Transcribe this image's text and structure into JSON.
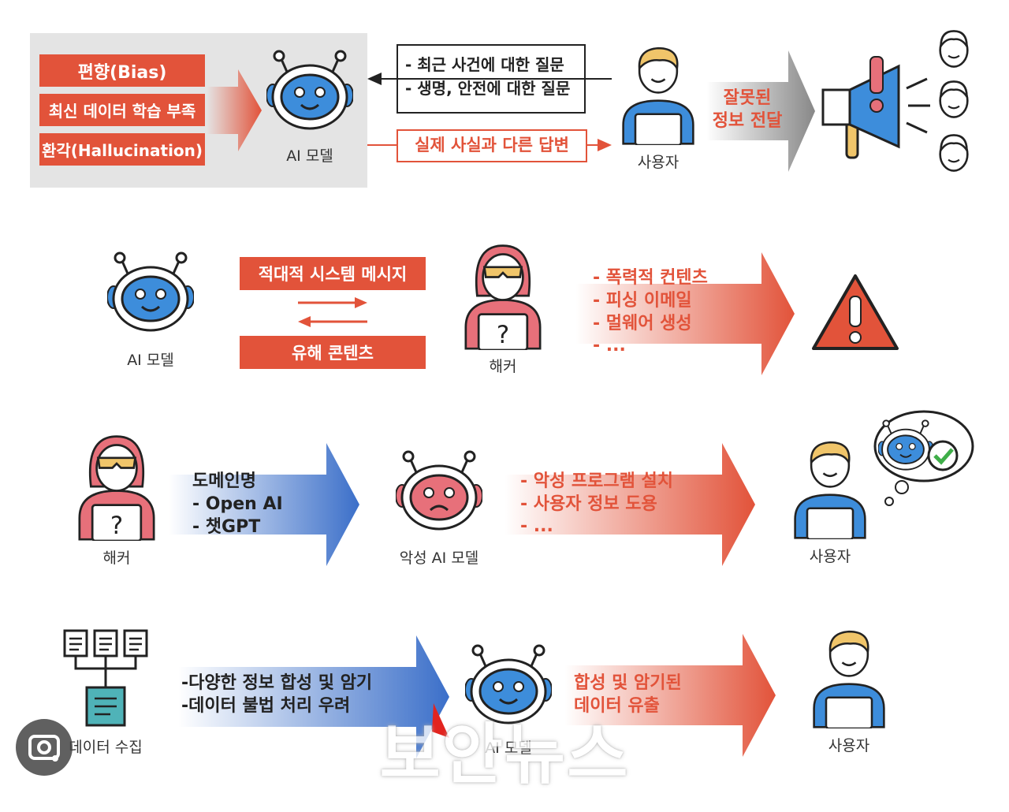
{
  "row1": {
    "causes": [
      "편향(Bias)",
      "최신 데이터 학습 부족",
      "환각(Hallucination)"
    ],
    "ai_label": "AI 모델",
    "questions": [
      "- 최근 사건에 대한 질문",
      "- 생명, 안전에 대한 질문"
    ],
    "answer": "실제 사실과 다른 답변",
    "user_label": "사용자",
    "result": [
      "잘못된",
      "정보 전달"
    ]
  },
  "row2": {
    "ai_label": "AI 모델",
    "system_msg": "적대적 시스템 메시지",
    "harmful": "유해 콘텐츠",
    "hacker_label": "해커",
    "outputs": [
      "- 폭력적 컨텐츠",
      "- 피싱 이메일",
      "- 멀웨어 생성",
      "- ..."
    ]
  },
  "row3": {
    "hacker_label": "해커",
    "domain_items": [
      "도메인명",
      "- Open AI",
      "- 챗GPT"
    ],
    "malicious_ai_label": "악성 AI 모델",
    "effects": [
      "- 악성 프로그램 설치",
      "- 사용자 정보 도용",
      "- ..."
    ],
    "user_label": "사용자"
  },
  "row4": {
    "data_label": "데이터 수집",
    "points": [
      "-다양한 정보 합성 및 암기",
      "-데이터 불법 처리 우려"
    ],
    "ai_label": "AI 모델",
    "leak": [
      "합성 및 암기된",
      "데이터 유출"
    ],
    "user_label": "사용자"
  },
  "watermark": "보안뉴스",
  "colors": {
    "accent_red": "#e2533a",
    "robot_blue": "#3d8ddb",
    "robot_red": "#e7707a",
    "panel_gray": "#e4e4e4"
  }
}
